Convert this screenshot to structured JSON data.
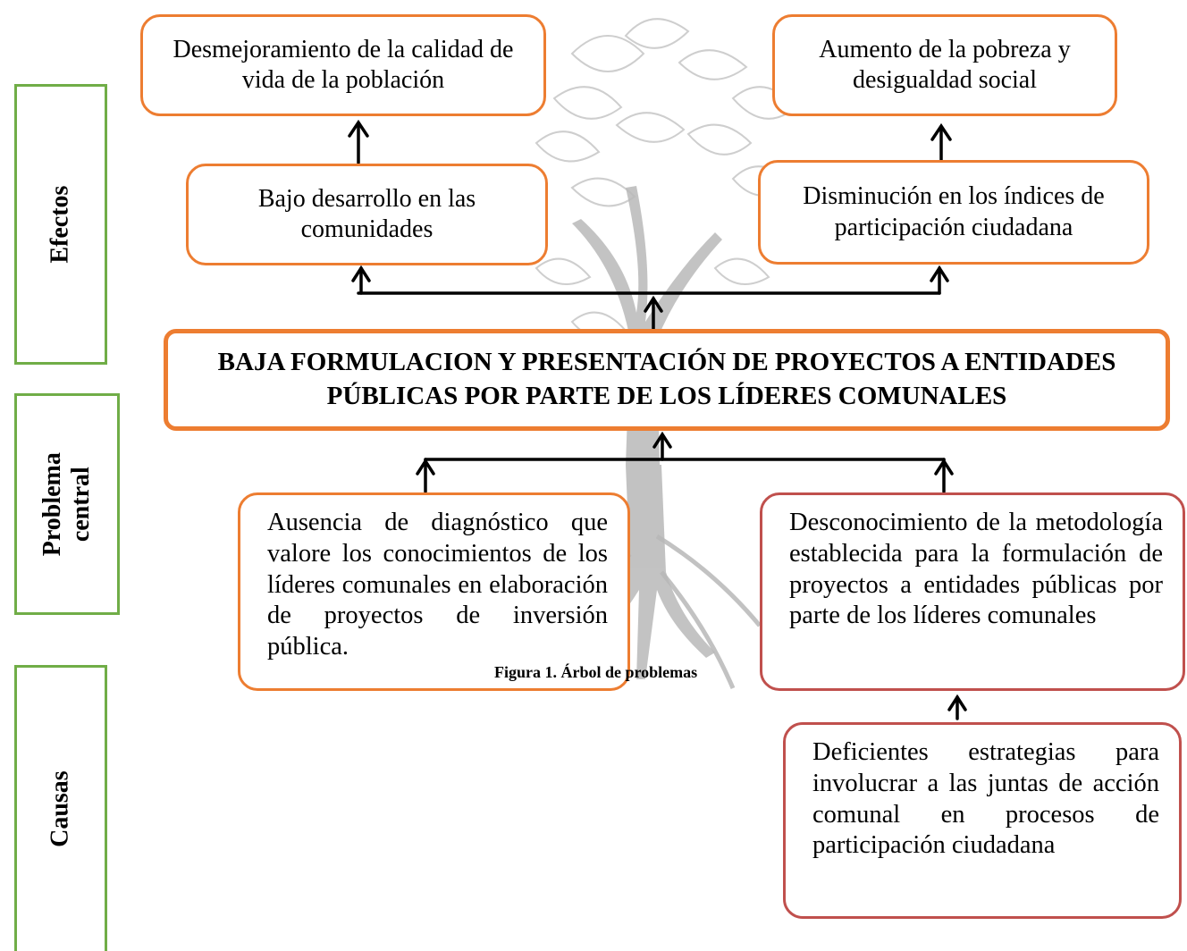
{
  "side_labels": {
    "effects": "Efectos",
    "central": "Problema central",
    "central_line1": "Problema",
    "central_line2": "central",
    "causes": "Causas"
  },
  "effects": {
    "top_left": "Desmejoramiento de la calidad de vida de la población",
    "top_right": "Aumento de la pobreza y desigualdad social",
    "mid_left": "Bajo desarrollo en las comunidades",
    "mid_right": "Disminución en los índices de participación ciudadana"
  },
  "central_problem": "BAJA FORMULACION Y PRESENTACIÓN DE PROYECTOS A ENTIDADES PÚBLICAS POR PARTE DE LOS LÍDERES COMUNALES",
  "causes": {
    "left": "Ausencia de diagnóstico que valore los conocimientos de los líderes comunales en elaboración de proyectos de inversión pública.",
    "right": "Desconocimiento de la metodología establecida para la formulación de proyectos a entidades públicas por parte de los líderes comunales",
    "bottom_right": "Deficientes estrategias para involucrar a las juntas de acción comunal en procesos de participación ciudadana"
  },
  "caption": "Figura 1. Árbol de problemas",
  "colors": {
    "effect_border": "#ED7D31",
    "cause_border_red": "#C0504D",
    "side_border": "#70AD47",
    "tree": "#B8B8B8"
  }
}
